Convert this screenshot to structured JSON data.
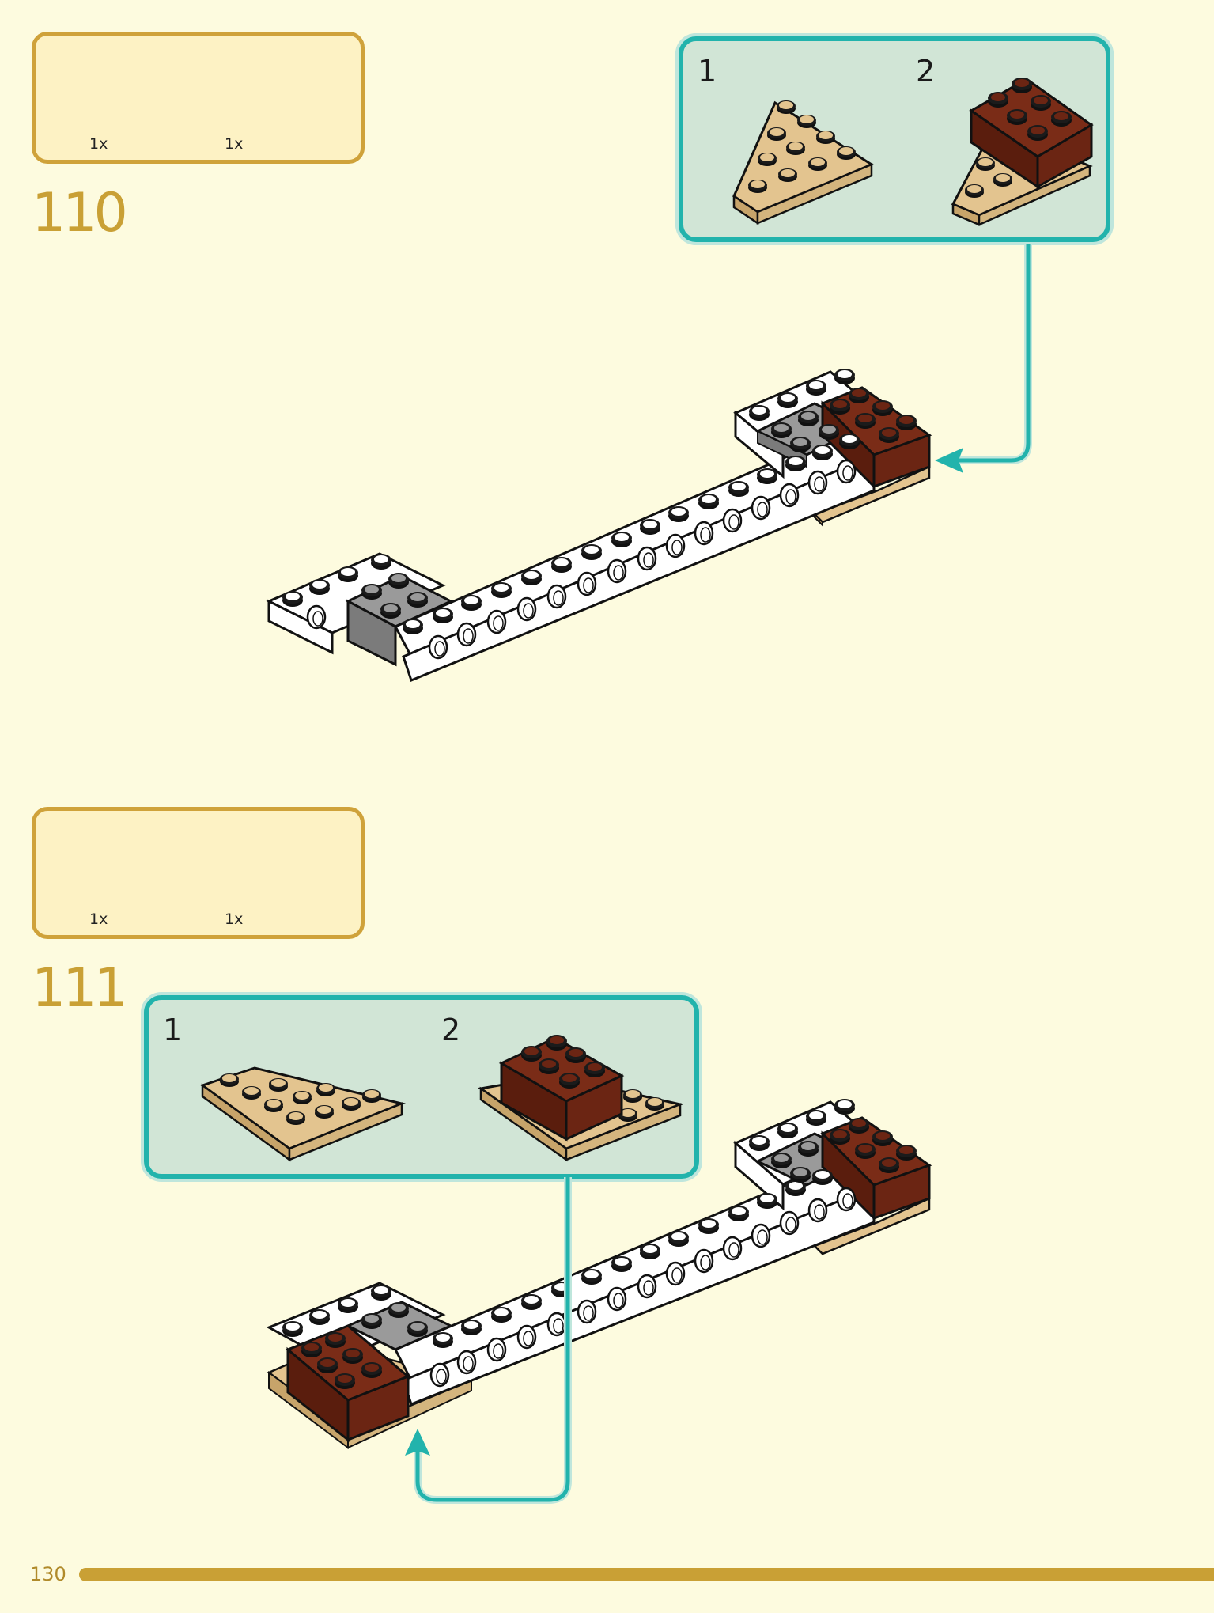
{
  "steps": [
    {
      "number": "110",
      "parts": [
        {
          "icon": "brick-2x3-reddish-brown-icon",
          "qty": "1x"
        },
        {
          "icon": "wedge-plate-tan-icon",
          "qty": "1x"
        }
      ],
      "callout": {
        "sub_steps": [
          "1",
          "2"
        ]
      }
    },
    {
      "number": "111",
      "parts": [
        {
          "icon": "brick-2x3-reddish-brown-icon",
          "qty": "1x"
        },
        {
          "icon": "wedge-plate-tan-icon",
          "qty": "1x"
        }
      ],
      "callout": {
        "sub_steps": [
          "1",
          "2"
        ]
      }
    }
  ],
  "colors": {
    "background": "#fdfbdf",
    "parts_box_border": "#cfa23a",
    "callout_border": "#22b3ac",
    "callout_fill": "#d1e5d6",
    "brick_reddish_brown": "#6b2513",
    "plate_tan": "#e3c48f",
    "accent_gold": "#c9a035"
  },
  "footer": {
    "page_number": "130"
  }
}
